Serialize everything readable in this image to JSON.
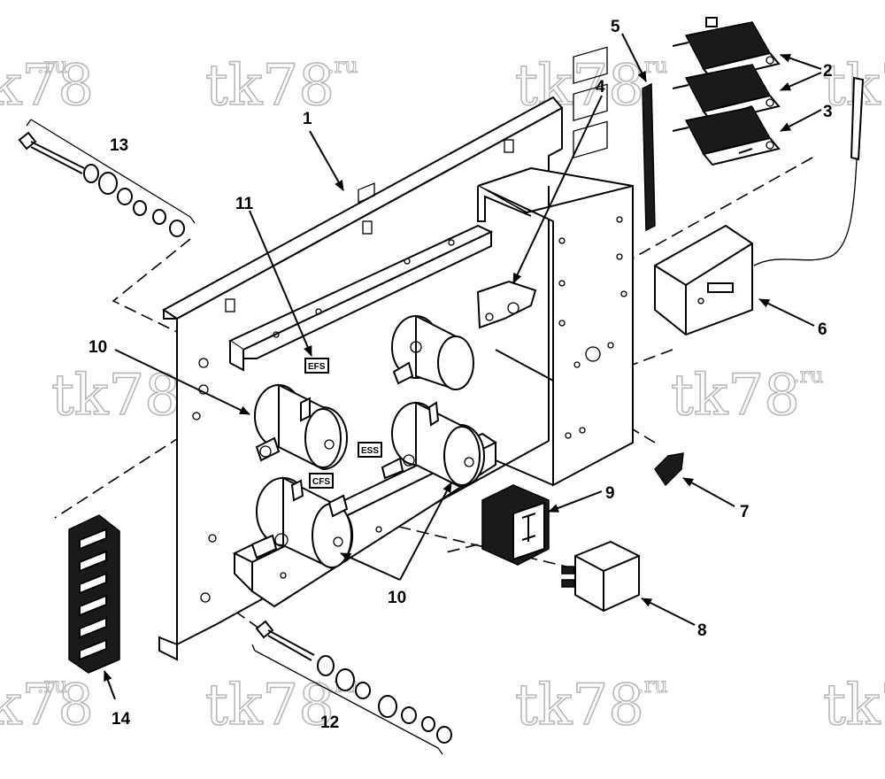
{
  "diagram": {
    "watermark": {
      "main": "tk78",
      "suffix": ".ru"
    },
    "callouts": [
      "1",
      "2",
      "3",
      "4",
      "5",
      "6",
      "7",
      "8",
      "9",
      "10",
      "10",
      "11",
      "12",
      "13",
      "14"
    ],
    "component_labels": [
      "EFS",
      "ESS",
      "CFS"
    ]
  }
}
